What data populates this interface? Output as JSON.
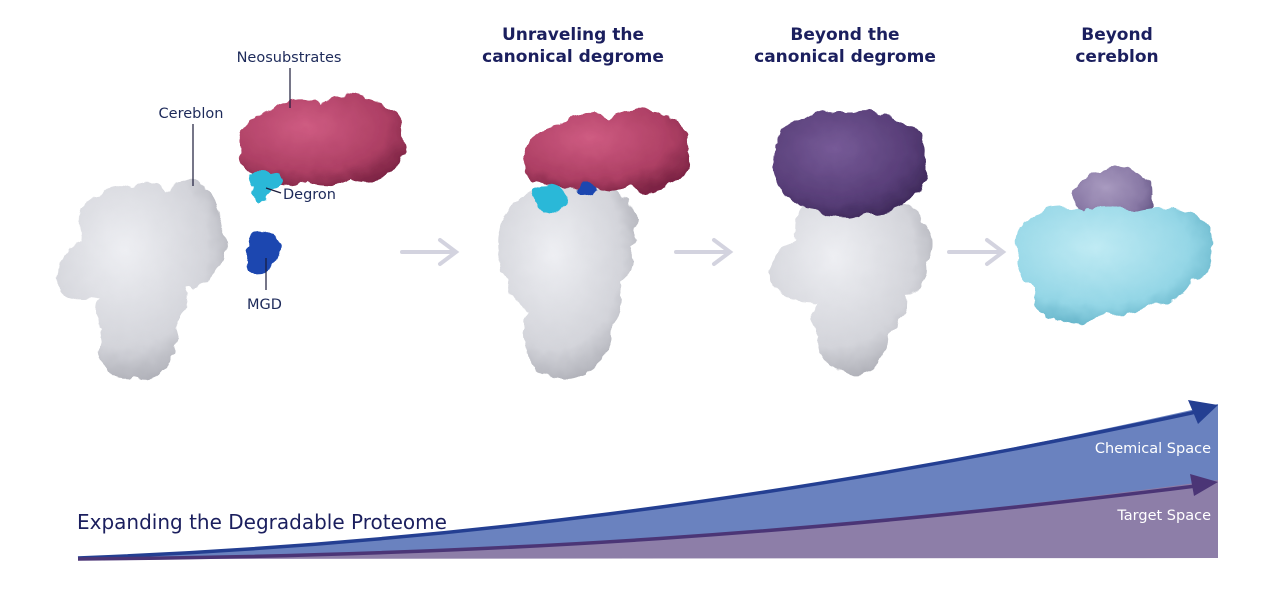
{
  "labels": {
    "neosubstrates": "Neosubstrates",
    "cereblon": "Cereblon",
    "degron": "Degron",
    "mgd": "MGD"
  },
  "stages": [
    {
      "line1": "Unraveling the",
      "line2": "canonical degrome"
    },
    {
      "line1": "Beyond the",
      "line2": "canonical degrome"
    },
    {
      "line1": "Beyond",
      "line2": "cereblon"
    }
  ],
  "expansion": {
    "title": "Expanding the Degradable Proteome",
    "chemical_space": "Chemical Space",
    "target_space": "Target Space"
  },
  "colors": {
    "cereblon": "#d5d6dc",
    "neosubstrate": "#b04468",
    "degron": "#29b9d9",
    "mgd": "#1a47b0",
    "alt_substrate": "#5a4279",
    "alt_ligase": "#93d5e6",
    "chemical_space": "#6a82bf",
    "target_space": "#8d7ea8",
    "arrow_grey": "#d3d3df"
  },
  "icons": {
    "protein": "protein-surface-icon",
    "arrow": "right-arrow-icon"
  }
}
